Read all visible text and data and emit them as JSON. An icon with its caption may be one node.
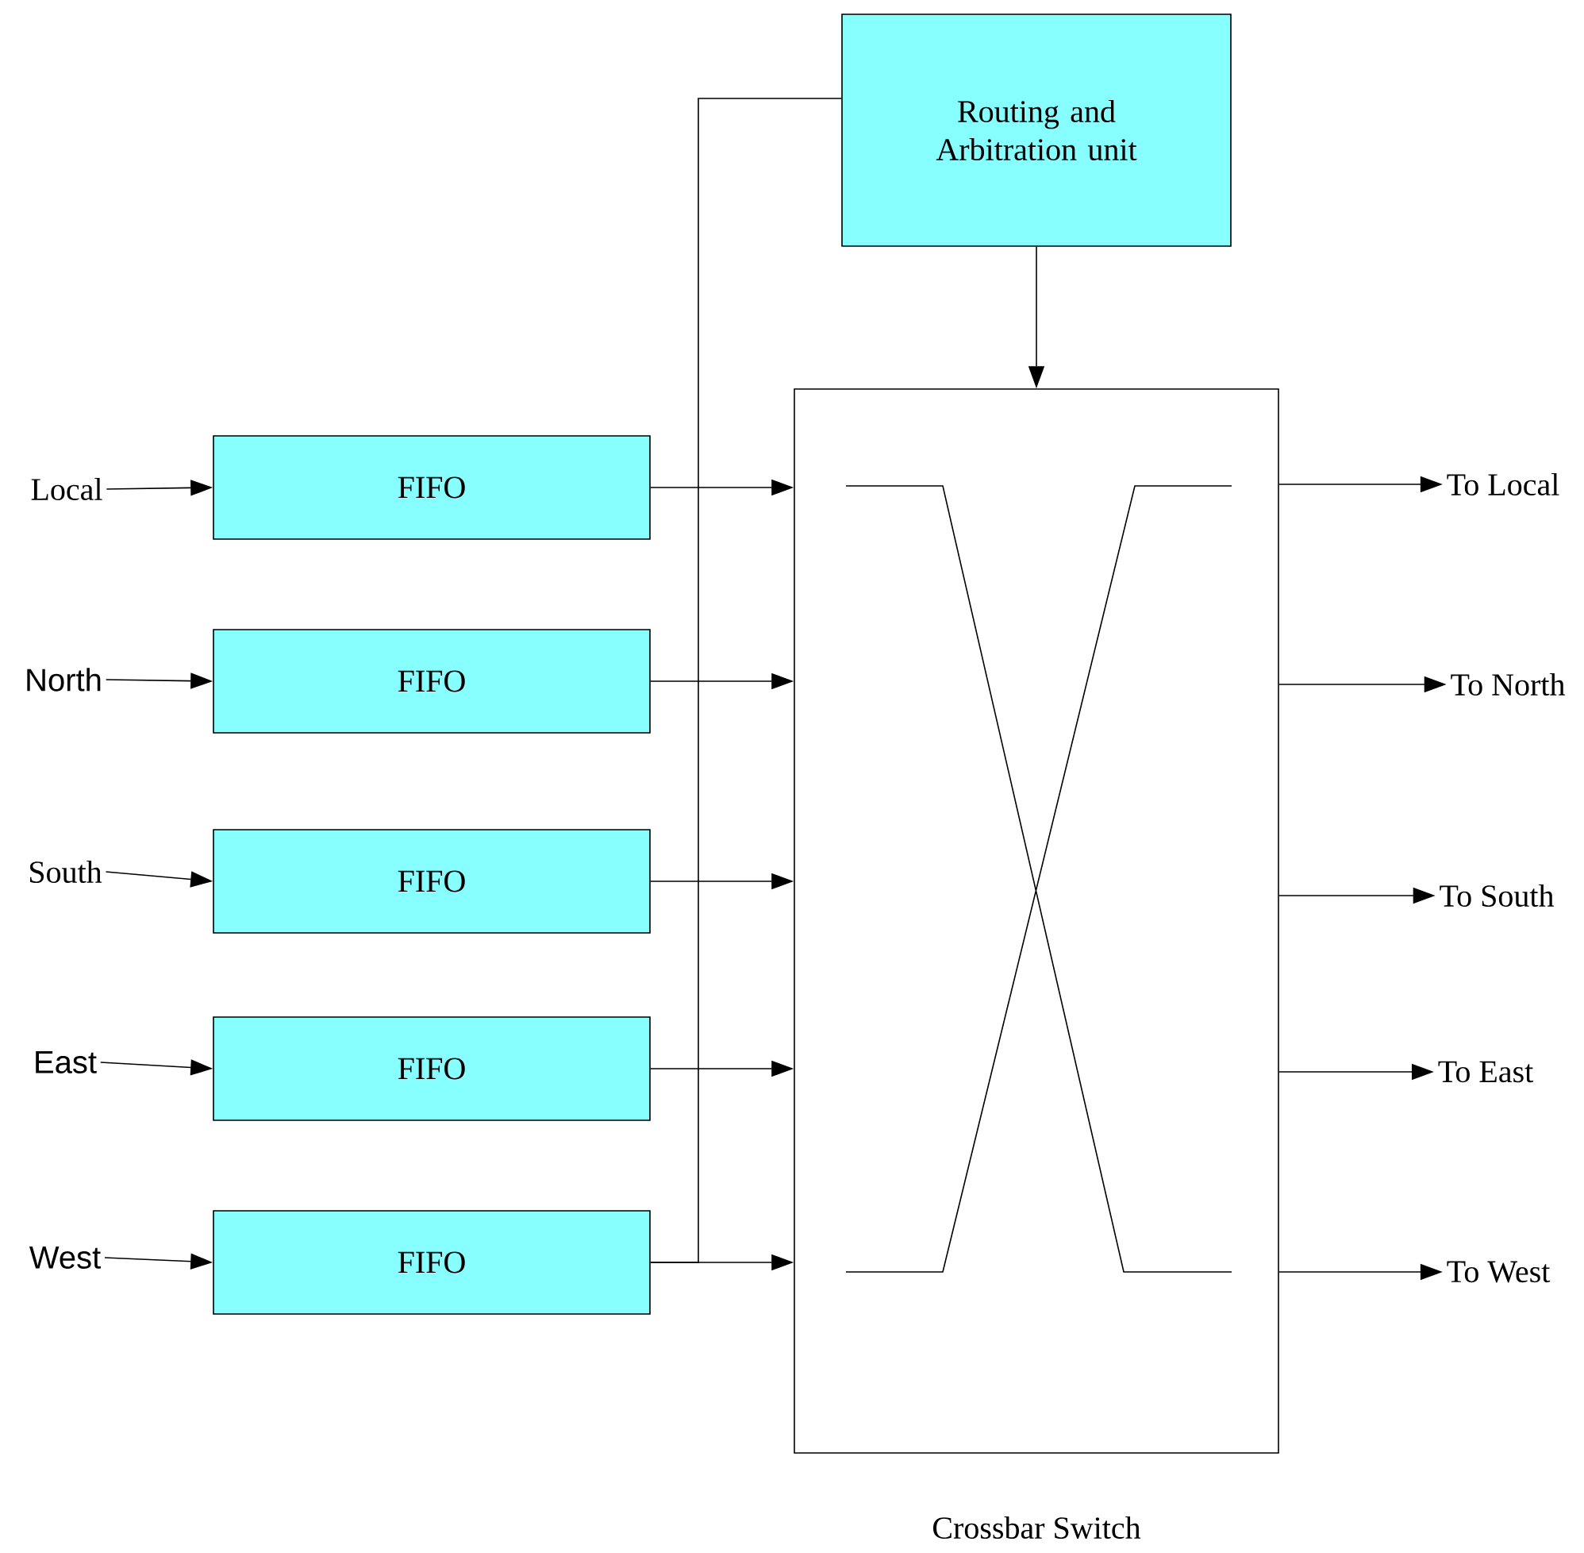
{
  "diagram": {
    "nodes": [
      {
        "text": [
          "Local"
        ]
      },
      {
        "text": [
          "North"
        ]
      },
      {
        "text": [
          "South"
        ]
      },
      {
        "text": [
          "East"
        ]
      },
      {
        "text": [
          "West"
        ]
      },
      {
        "text": [
          "FIFO"
        ]
      },
      {
        "text": [
          "FIFO"
        ]
      },
      {
        "text": [
          "FIFO"
        ]
      },
      {
        "text": [
          "FIFO"
        ]
      },
      {
        "text": [
          "FIFO"
        ]
      },
      {
        "text": [
          "Routing and Arbitration unit"
        ]
      },
      {
        "text": [
          "Crossbar Switch"
        ]
      },
      {
        "text": [
          "To Local"
        ]
      },
      {
        "text": [
          "To North"
        ]
      },
      {
        "text": [
          "To South"
        ]
      },
      {
        "text": [
          "To East"
        ]
      },
      {
        "text": [
          "To West"
        ]
      }
    ],
    "edges": [
      {
        "from": 0,
        "to": 5,
        "arrow": "to"
      },
      {
        "from": 1,
        "to": 6,
        "arrow": "to"
      },
      {
        "from": 2,
        "to": 7,
        "arrow": "to"
      },
      {
        "from": 3,
        "to": 8,
        "arrow": "to"
      },
      {
        "from": 4,
        "to": 9,
        "arrow": "to"
      },
      {
        "from": 5,
        "to": 11,
        "arrow": "to"
      },
      {
        "from": 6,
        "to": 11,
        "arrow": "to"
      },
      {
        "from": 7,
        "to": 11,
        "arrow": "to"
      },
      {
        "from": 8,
        "to": 11,
        "arrow": "to"
      },
      {
        "from": 9,
        "to": 11,
        "arrow": "to"
      },
      {
        "from": 9,
        "to": 10,
        "arrow": "none"
      },
      {
        "from": 10,
        "to": 11,
        "arrow": "to"
      },
      {
        "from": 11,
        "to": 12,
        "arrow": "to"
      },
      {
        "from": 11,
        "to": 13,
        "arrow": "to"
      },
      {
        "from": 11,
        "to": 14,
        "arrow": "to"
      },
      {
        "from": 11,
        "to": 15,
        "arrow": "to"
      },
      {
        "from": 11,
        "to": 16,
        "arrow": "to"
      }
    ]
  }
}
